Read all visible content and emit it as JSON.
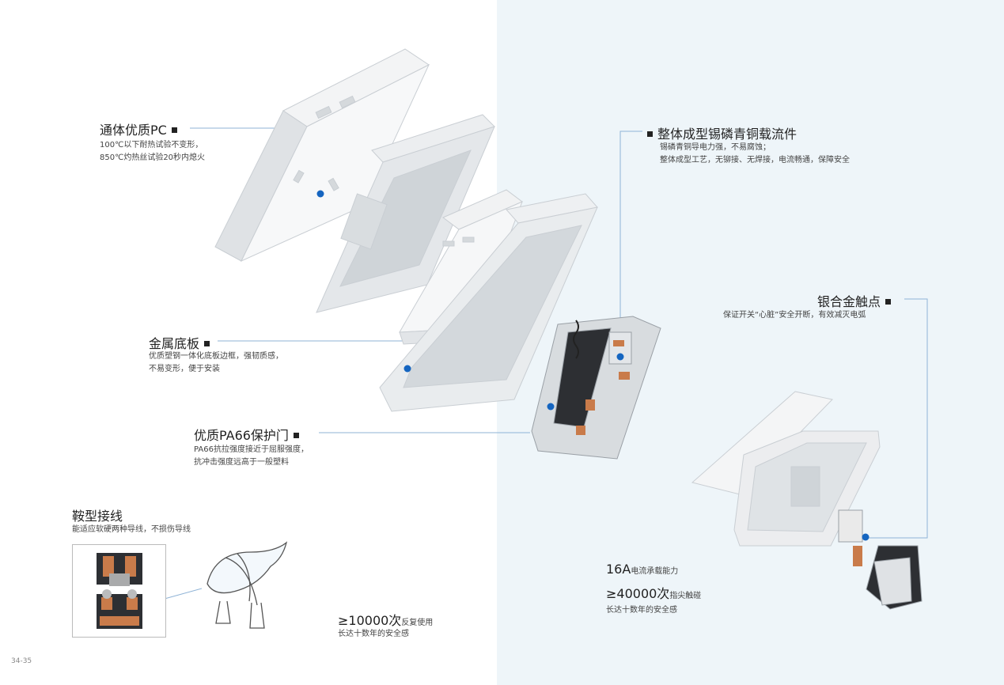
{
  "colors": {
    "accent_dot": "#1565c0",
    "leader_line": "#8fb3d6",
    "right_bg": "#eef5f9",
    "copper": "#c97b4a"
  },
  "annotations": {
    "pc": {
      "title": "通体优质PC",
      "desc": [
        "100℃以下耐热试验不变形，",
        "850℃灼热丝试验20秒内熄火"
      ]
    },
    "base": {
      "title": "金属底板",
      "desc": [
        "优质塑钢一体化底板边框，强韧质感，",
        "不易变形，便于安装"
      ]
    },
    "pa66": {
      "title": "优质PA66保护门",
      "desc": [
        "PA66抗拉强度接近于屈服强度，",
        "抗冲击强度远高于一般塑料"
      ]
    },
    "carrier": {
      "title": "整体成型锡磷青铜载流件",
      "desc": [
        "锡磷青铜导电力强，不易腐蚀；",
        "整体成型工艺，无铆接、无焊接，电流畅通，保障安全"
      ]
    },
    "silver": {
      "title": "银合金触点",
      "desc": [
        "保证开关“心脏”安全开断，有效减灭电弧"
      ]
    },
    "saddle": {
      "title": "鞍型接线",
      "desc": "能适应软硬两种导线，不损伤导线"
    }
  },
  "stats": {
    "s1": {
      "big": "≥10000次",
      "small": "反复使用",
      "sub": "长达十数年的安全感"
    },
    "s2": {
      "big": "16A",
      "small": "电流承载能力"
    },
    "s3": {
      "big": "≥40000次",
      "small": "指尖触碰",
      "sub": "长达十数年的安全感"
    }
  },
  "page_number": "34-35"
}
